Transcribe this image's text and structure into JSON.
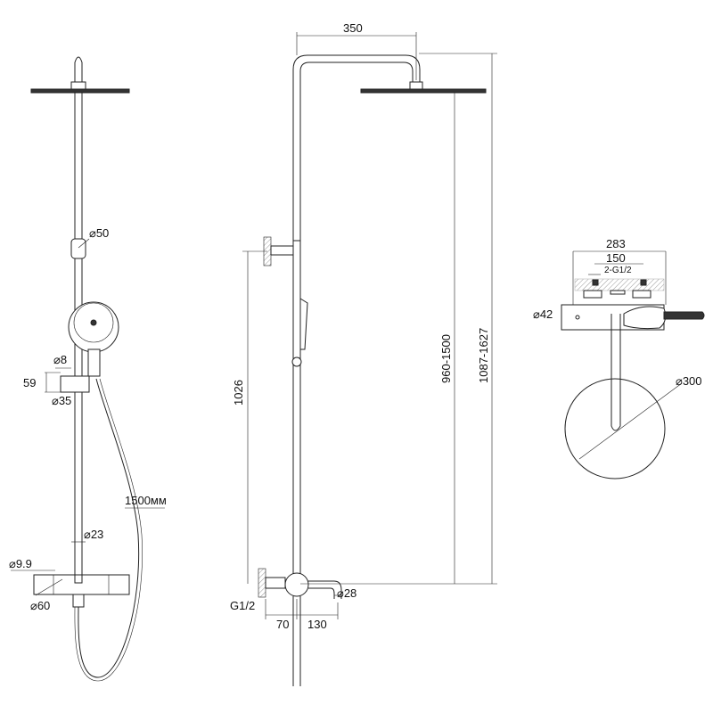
{
  "drawing": {
    "left_view": {
      "rail_bracket_diameter": "⌀50",
      "holder_pin_diameter": "⌀8",
      "holder_height": "59",
      "holder_diameter": "⌀35",
      "hose_length": "1500мм",
      "pole_diameter": "⌀23",
      "outlet_diameter": "⌀9.9",
      "mixer_diameter": "⌀60"
    },
    "side_view": {
      "arm_reach": "350",
      "bracket_height": "1026",
      "adjustable_height": "960-1500",
      "total_height": "1087-1627",
      "inlet_thread": "G1/2",
      "wall_offset": "70",
      "spout_length": "130",
      "spout_diameter": "⌀28"
    },
    "top_view": {
      "overall_width": "283",
      "inlet_spacing": "150",
      "inlet_thread": "2-G1/2",
      "body_diameter": "⌀42",
      "head_diameter": "⌀300"
    }
  }
}
